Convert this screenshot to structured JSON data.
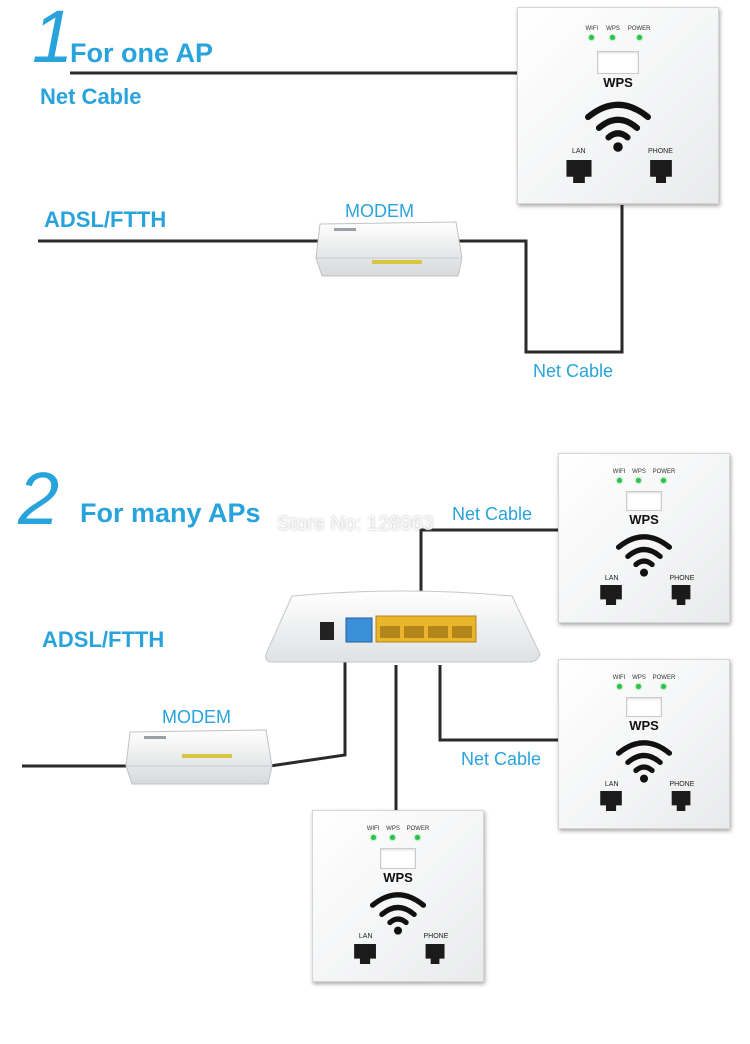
{
  "section1": {
    "number": "1",
    "heading": "For one AP",
    "net_cable_top": "Net Cable",
    "adsl_label": "ADSL/FTTH",
    "modem_label": "MODEM",
    "net_cable_bottom": "Net Cable"
  },
  "section2": {
    "number": "2",
    "heading": "For many APs",
    "adsl_label": "ADSL/FTTH",
    "modem_label": "MODEM",
    "net_cable_upper": "Net Cable",
    "net_cable_lower": "Net Cable"
  },
  "watermark": "Store No: 128963",
  "ap_panel": {
    "led_labels": [
      "WIFI",
      "WPS",
      "POWER"
    ],
    "wps_label": "WPS",
    "lan_label": "LAN",
    "phone_label": "PHONE",
    "led_color": "#2bc24a"
  },
  "colors": {
    "accent": "#29a3dc",
    "cable": "#222222"
  }
}
